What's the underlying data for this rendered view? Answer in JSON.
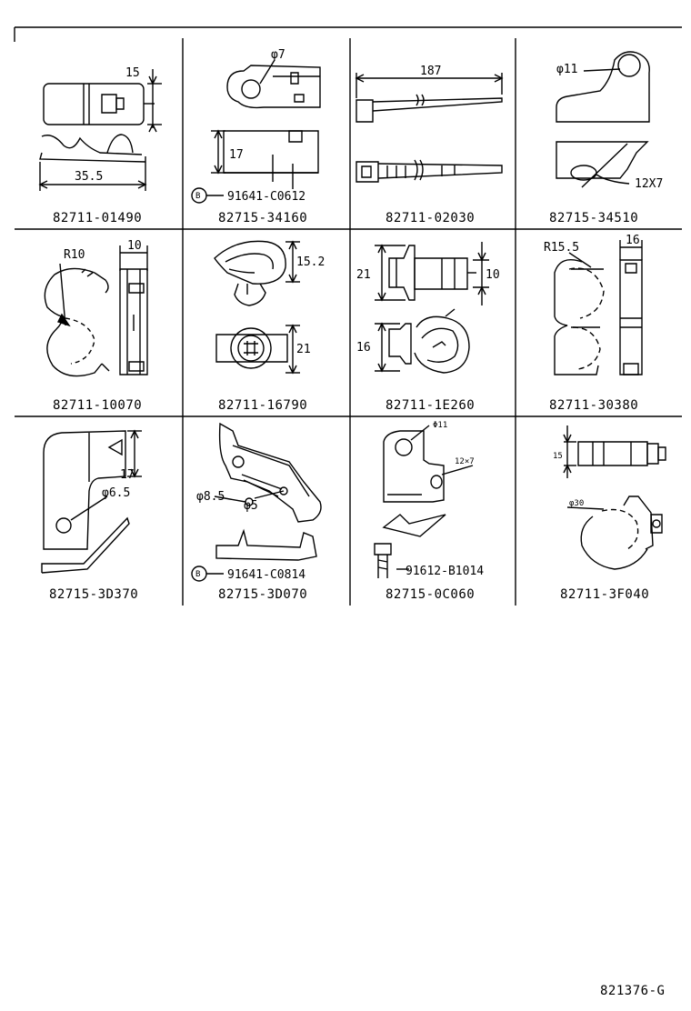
{
  "drawing_code": "821376-G",
  "cells": [
    {
      "part_number": "82711-01490",
      "dims": [
        "15",
        "35.5"
      ]
    },
    {
      "part_number": "82715-34160",
      "dims": [
        "φ7",
        "17"
      ],
      "ref": {
        "letter": "B",
        "number": "91641-C0612"
      }
    },
    {
      "part_number": "82711-02030",
      "dims": [
        "187"
      ]
    },
    {
      "part_number": "82715-34510",
      "dims": [
        "φ11",
        "12X7"
      ]
    },
    {
      "part_number": "82711-10070",
      "dims": [
        "R10",
        "10"
      ]
    },
    {
      "part_number": "82711-16790",
      "dims": [
        "15.2",
        "21"
      ]
    },
    {
      "part_number": "82711-1E260",
      "dims": [
        "21",
        "10",
        "16"
      ]
    },
    {
      "part_number": "82711-30380",
      "dims": [
        "R15.5",
        "16"
      ]
    },
    {
      "part_number": "82715-3D370",
      "dims": [
        "17",
        "φ6.5"
      ]
    },
    {
      "part_number": "82715-3D070",
      "dims": [
        "φ8.5",
        "φ5"
      ],
      "ref": {
        "letter": "B",
        "number": "91641-C0814"
      }
    },
    {
      "part_number": "82715-0C060",
      "dims": [
        "Φ11",
        "12×7"
      ],
      "ref": {
        "letter": "",
        "number": "91612-B1014"
      }
    },
    {
      "part_number": "82711-3F040",
      "dims": [
        "15",
        "φ30"
      ]
    }
  ]
}
